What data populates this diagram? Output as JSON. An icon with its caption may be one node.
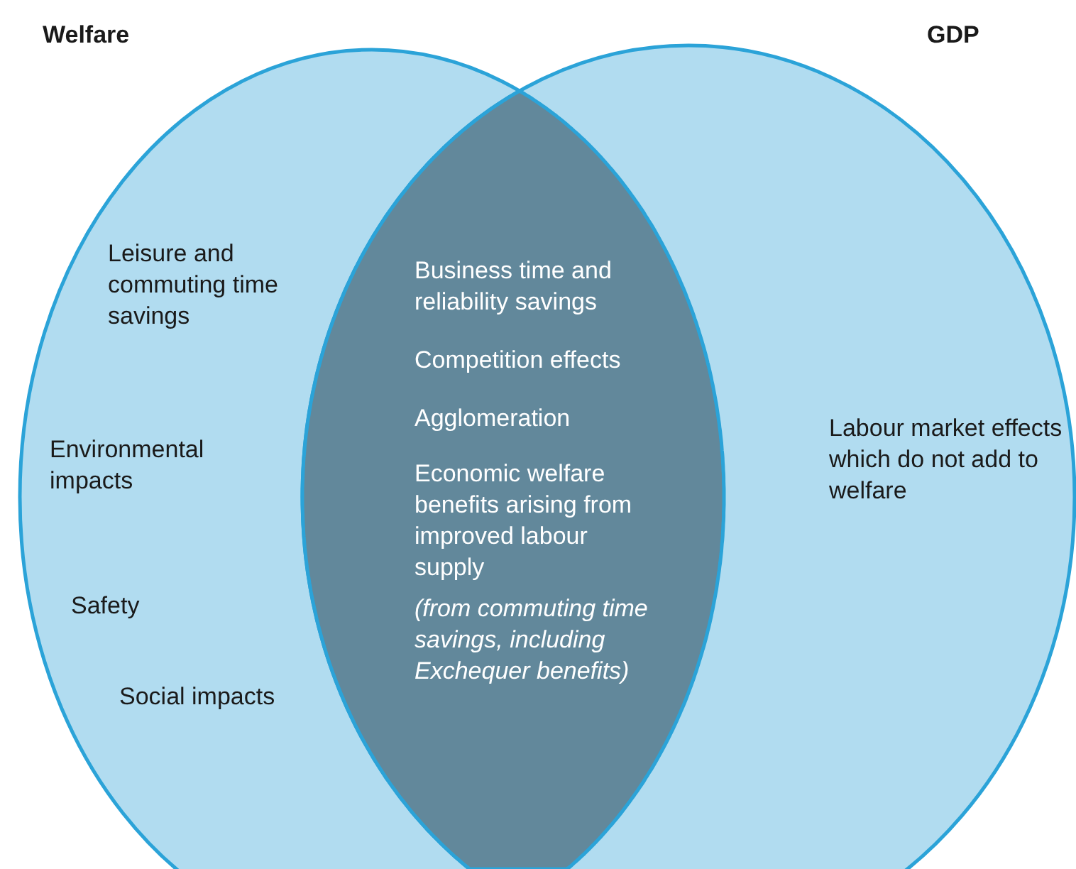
{
  "diagram": {
    "nodes": [
      {
        "text": [
          "Welfare",
          "Leisure and commuting time savings",
          "Environmental impacts",
          "Safety",
          "Social impacts"
        ]
      },
      {
        "text": [
          "GDP",
          "Labour market effects which do not add to welfare"
        ]
      },
      {
        "text": [
          "Business time and reliability savings",
          "Competition effects",
          "Agglomeration",
          "Economic welfare benefits arising from improved labour supply",
          "(from commuting time savings, including Exchequer benefits)"
        ]
      }
    ]
  }
}
